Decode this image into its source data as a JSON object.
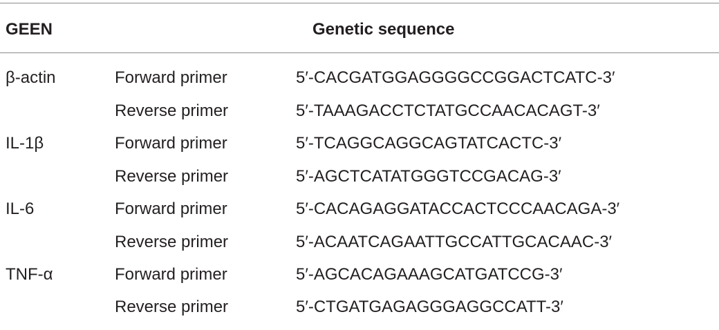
{
  "header": {
    "col_gene": "GEEN",
    "col_sequence": "Genetic sequence"
  },
  "rows": [
    {
      "gene": "β-actin",
      "type": "Forward primer",
      "sequence": "5′-CACGATGGAGGGGCCGGACTCATC-3′"
    },
    {
      "gene": "",
      "type": "Reverse primer",
      "sequence": "5′-TAAAGACCTCTATGCCAACACAGT-3′"
    },
    {
      "gene": "IL-1β",
      "type": "Forward primer",
      "sequence": "5′-TCAGGCAGGCAGTATCACTC-3′"
    },
    {
      "gene": "",
      "type": "Reverse primer",
      "sequence": "5′-AGCTCATATGGGTCCGACAG-3′"
    },
    {
      "gene": "IL-6",
      "type": "Forward primer",
      "sequence": "5′-CACAGAGGATACCACTCCCAACAGA-3′"
    },
    {
      "gene": "",
      "type": "Reverse primer",
      "sequence": "5′-ACAATCAGAATTGCCATTGCACAAC-3′"
    },
    {
      "gene": "TNF-α",
      "type": "Forward primer",
      "sequence": "5′-AGCACAGAAAGCATGATCCG-3′"
    },
    {
      "gene": "",
      "type": "Reverse primer",
      "sequence": "5′-CTGATGAGAGGGAGGCCATT-3′"
    }
  ]
}
